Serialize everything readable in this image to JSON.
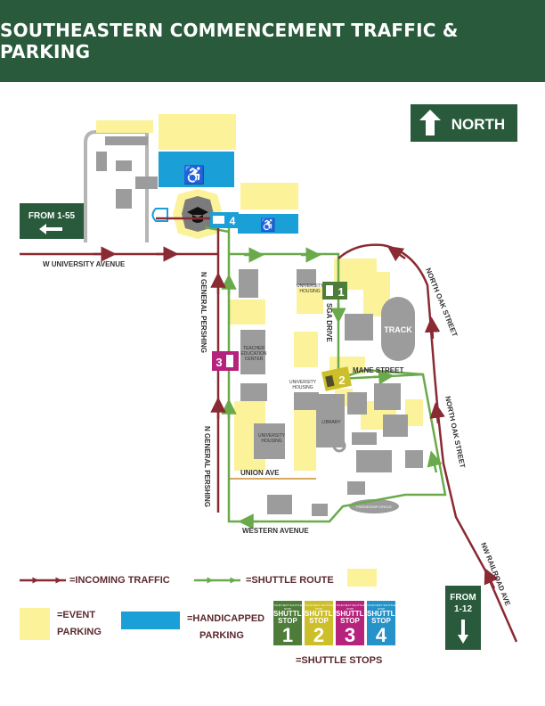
{
  "header": {
    "title": "SOUTHEASTERN COMMENCEMENT TRAFFIC & PARKING"
  },
  "north_sign": {
    "label": "NORTH"
  },
  "from_i55": {
    "label": "FROM 1-55"
  },
  "from_i12": {
    "line1": "FROM",
    "line2": "1-12"
  },
  "streets": {
    "w_university": "W UNIVERSITY AVENUE",
    "n_general_pershing_top": "N GENERAL PERSHING",
    "n_general_pershing_bottom": "N GENERAL PERSHING",
    "sga_drive": "SGA DRIVE",
    "north_oak_top": "NORTH OAK STREET",
    "north_oak_bottom": "NORTH OAK STREET",
    "mane_street": "MANE STREET",
    "union_ave": "UNION AVE",
    "western_avenue": "WESTERN AVENUE",
    "nw_railroad": "NW RAILROAD AVE"
  },
  "buildings": {
    "track": "TRACK",
    "library": "LIBRARY",
    "teacher_ed_1": "TEACHER",
    "teacher_ed_2": "EDUCATION",
    "teacher_ed_3": "CENTER",
    "univ_housing_a1": "UNIVERSITY",
    "univ_housing_a2": "HOUSING",
    "univ_housing_b1": "UNIVERSITY",
    "univ_housing_b2": "HOUSING",
    "univ_housing_c1": "UNIVERSITY",
    "univ_housing_c2": "HOUSING",
    "friendship_circle": "FRIENDSHIP CIRCLE"
  },
  "map_stops": {
    "s1": "1",
    "s2": "2",
    "s3": "3",
    "s4": "4"
  },
  "legend": {
    "incoming": "=INCOMING TRAFFIC",
    "shuttle_route": "=SHUTTLE ROUTE",
    "event_1": "=EVENT",
    "event_2": "PARKING",
    "handicapped_1": "=HANDICAPPED",
    "handicapped_2": "PARKING",
    "shuttle_stops": "=SHUTTLE STOPS"
  },
  "stop_cards": [
    {
      "small": "YOUR NEXT SHUTTLE STOP",
      "line1": "SHUTTLE",
      "line2": "STOP",
      "num": "1",
      "color": "#4e7d3a"
    },
    {
      "small": "YOUR NEXT SHUTTLE STOP",
      "line1": "SHUTTLE",
      "line2": "STOP",
      "num": "2",
      "color": "#cdbf2a"
    },
    {
      "small": "YOUR NEXT SHUTTLE STOP",
      "line1": "SHUTTLE",
      "line2": "STOP",
      "num": "3",
      "color": "#b5237d"
    },
    {
      "small": "YOUR NEXT SHUTTLE STOP",
      "line1": "SHUTTLE",
      "line2": "STOP",
      "num": "4",
      "color": "#2593c9"
    }
  ],
  "colors": {
    "header_green": "#285a3b",
    "incoming_red": "#8a2a33",
    "shuttle_green": "#6aaa4a",
    "event_yellow": "#fbf29a",
    "handicapped_blue": "#1a9fd6",
    "building_gray": "#9c9c9c"
  },
  "icons": [
    "north-arrow-icon",
    "left-arrow-icon",
    "down-arrow-icon",
    "wheelchair-icon",
    "graduation-cap-icon",
    "bus-icon"
  ]
}
